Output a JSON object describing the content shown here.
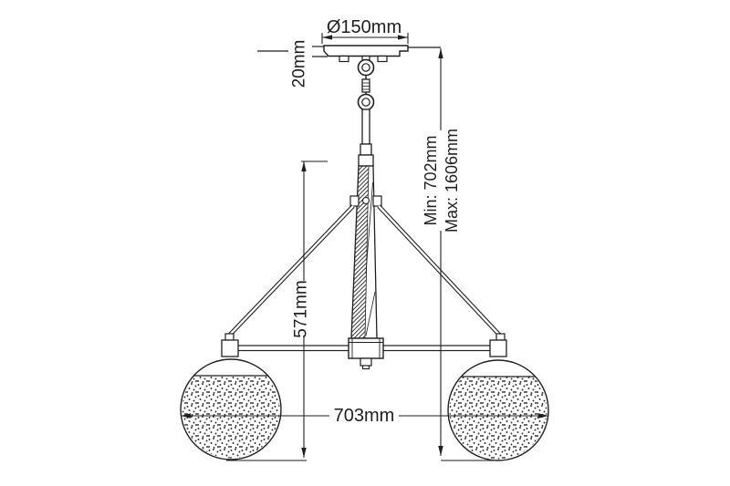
{
  "diagram": {
    "background_color": "#ffffff",
    "line_color": "#1f1f1f",
    "labels": {
      "canopy_diameter": "Ø150mm",
      "canopy_height": "20mm",
      "min_height": "Min: 702mm",
      "max_height": "Max: 1606mm",
      "drop_height": "571mm",
      "fixture_width": "703mm"
    }
  }
}
